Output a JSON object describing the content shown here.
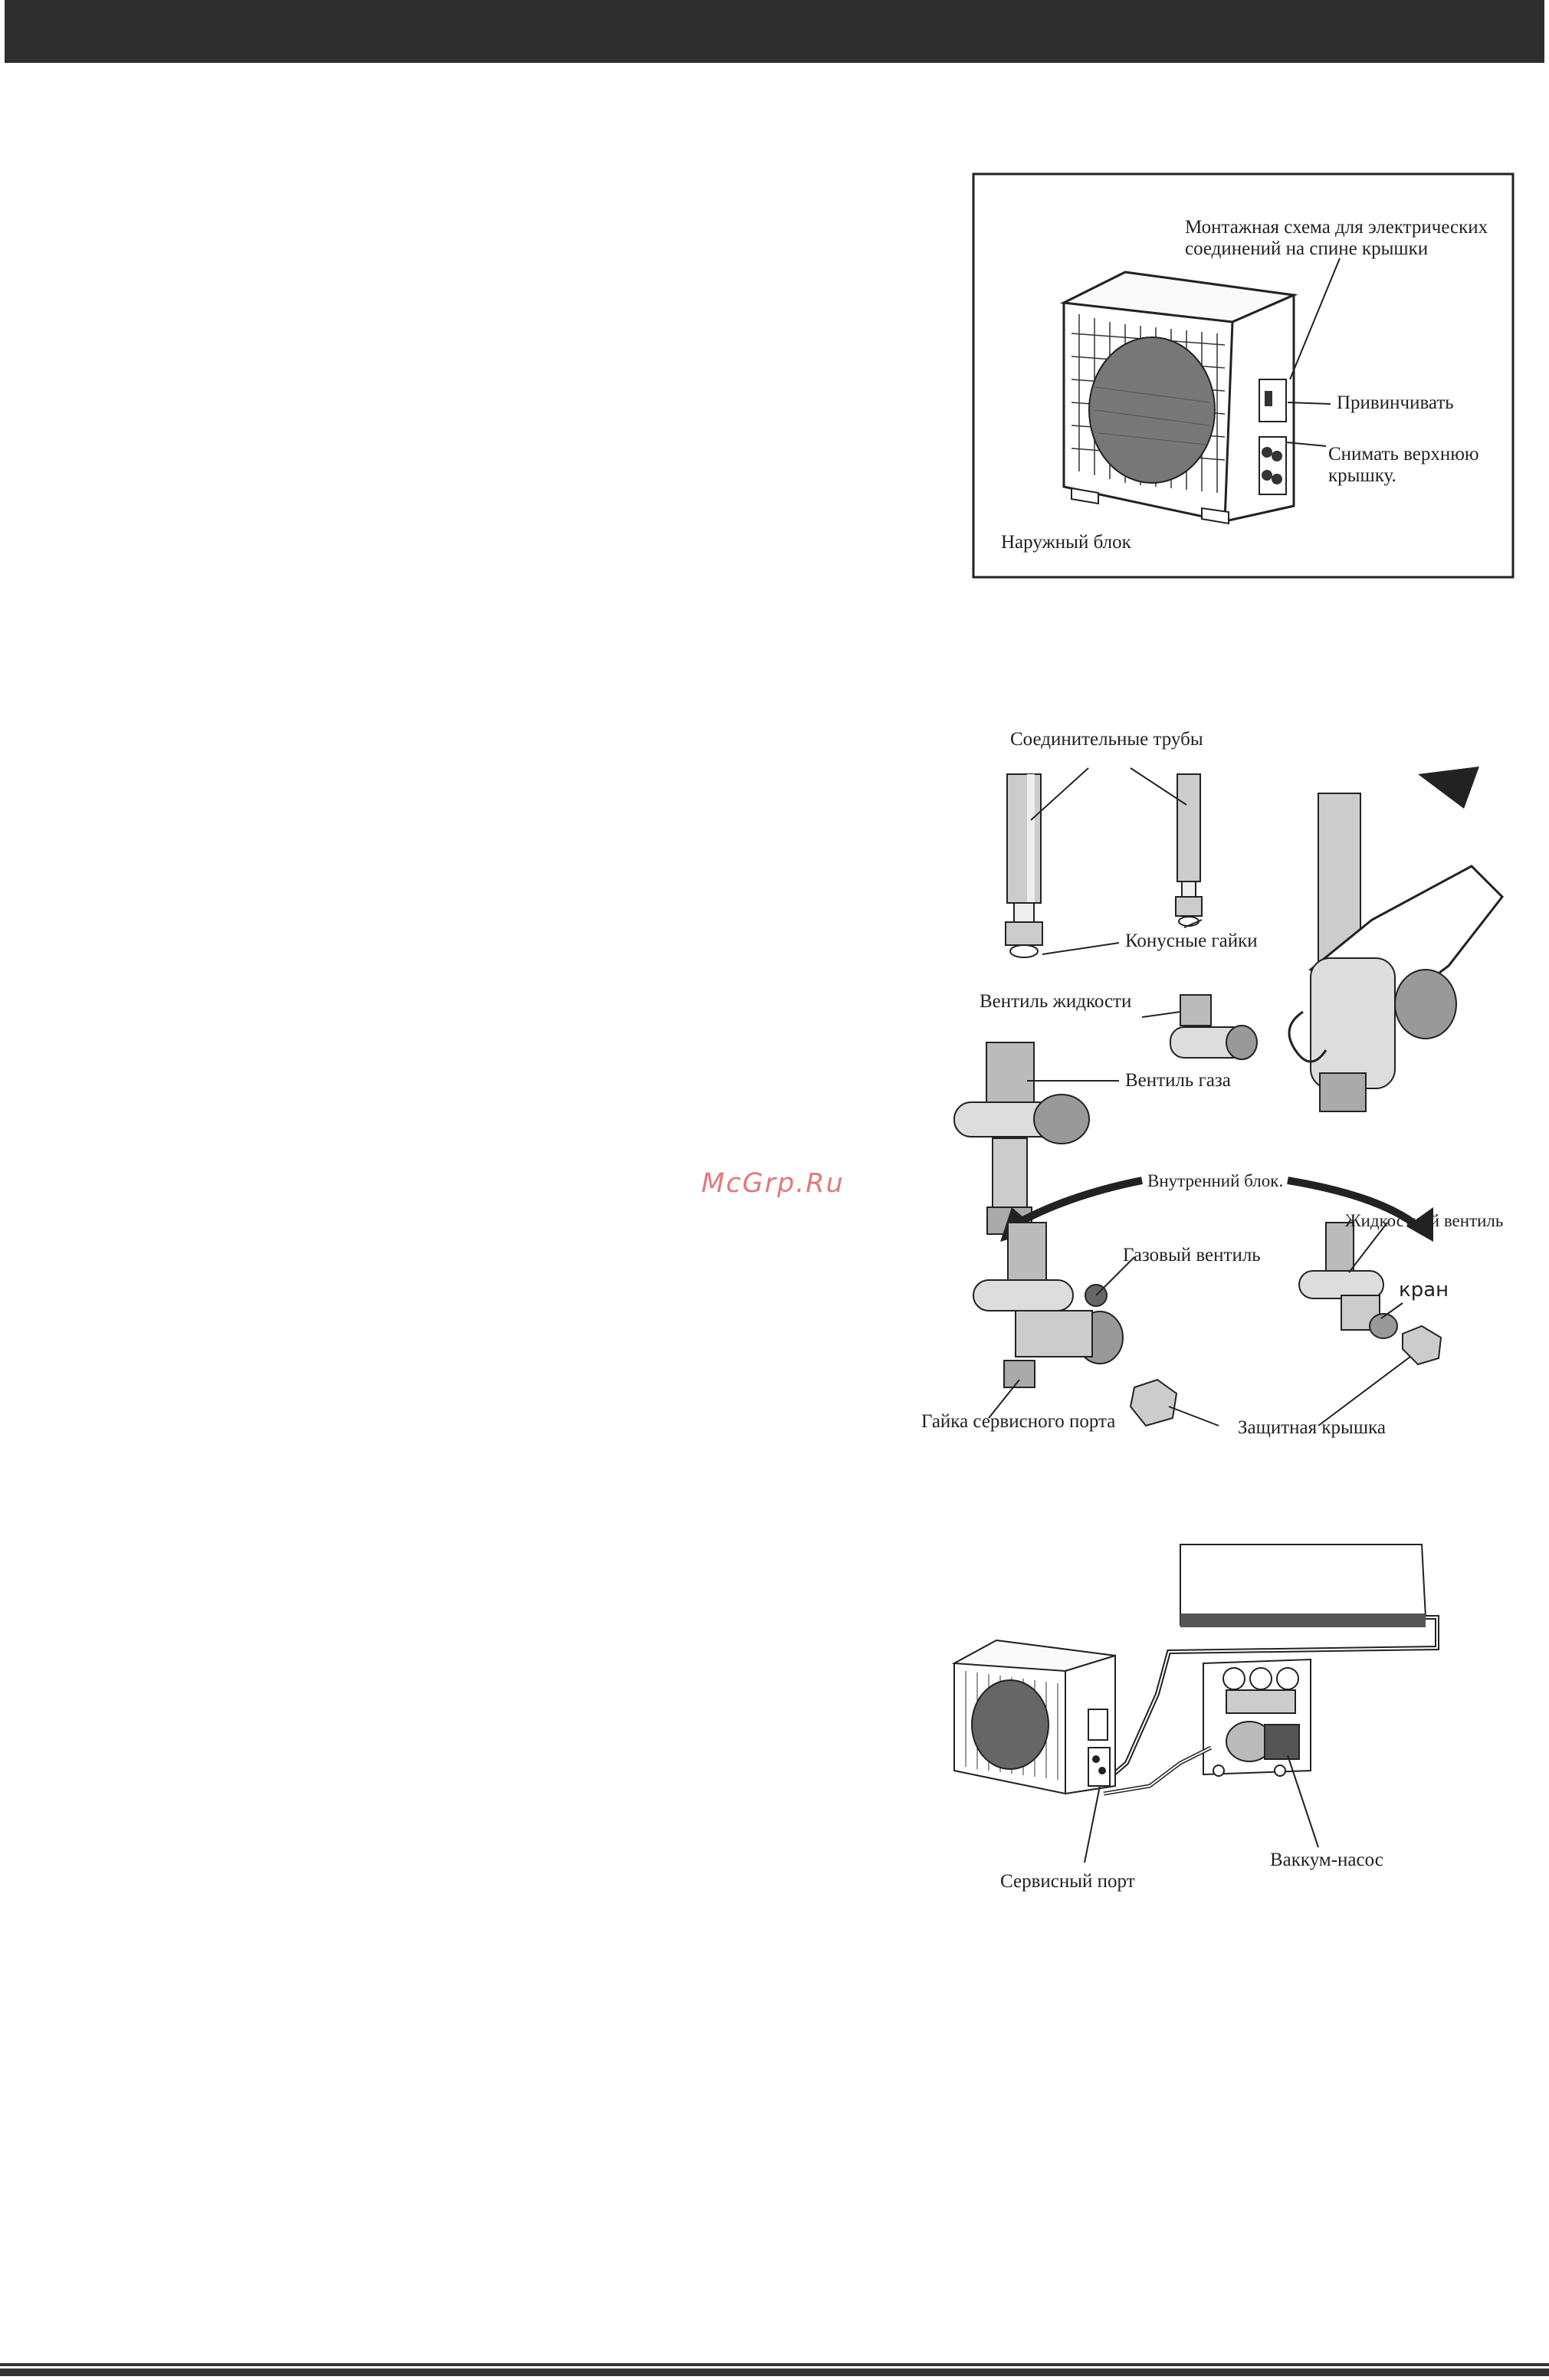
{
  "figure1": {
    "wiring_label": "Монтажная схема для электрических соединений на спине крышки",
    "wiring_line1": "Монтажная схема для электрических",
    "wiring_line2": "соединений на спине крышки",
    "screw_label": "Привинчивать",
    "remove_line1": "Снимать верхнюю",
    "remove_line2": "крышку.",
    "caption": "Наружный блок"
  },
  "figure2": {
    "pipes_label": "Соединительные трубы",
    "flare_nuts_label": "Конусные гайки",
    "liquid_valve_label": "Вентиль жидкости",
    "gas_valve_label": "Вентиль газа",
    "indoor_label": "Внутренний блок.",
    "gas_valve2_label": "Газовый вентиль",
    "liquid_valve2_label": "Жидкостной вентиль",
    "tap_label": "кран",
    "service_nut_label": "Гайка сервисного порта",
    "cap_label": "Защитная крышка"
  },
  "figure3": {
    "service_port_label": "Сервисный порт",
    "vacuum_pump_label": "Ваккум-насос"
  },
  "watermark": "McGrp.Ru"
}
